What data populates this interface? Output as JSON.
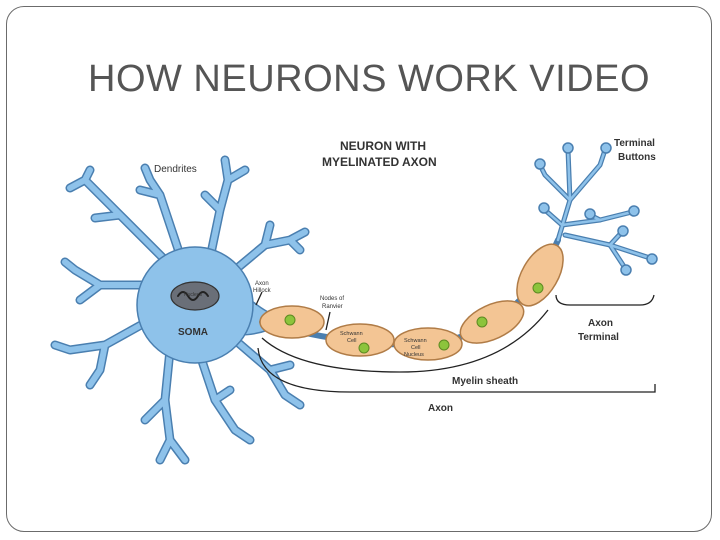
{
  "slide": {
    "title": "HOW NEURONS WORK VIDEO"
  },
  "diagram": {
    "heading_line1": "NEURON WITH",
    "heading_line2": "MYELINATED AXON",
    "labels": {
      "dendrites": "Dendrites",
      "nucleus": "Nucleus",
      "soma": "SOMA",
      "axon_hillock_1": "Axon",
      "axon_hillock_2": "Hillock",
      "nodes_1": "Nodes of",
      "nodes_2": "Ranvier",
      "schwann_cell_1": "Schwann",
      "schwann_cell_2": "Cell",
      "schwann_nucleus_1": "Schwann",
      "schwann_nucleus_2": "Cell",
      "schwann_nucleus_3": "Nucleus",
      "terminal_buttons_1": "Terminal",
      "terminal_buttons_2": "Buttons",
      "axon_terminal_1": "Axon",
      "axon_terminal_2": "Terminal",
      "myelin_sheath": "Myelin sheath",
      "axon": "Axon"
    },
    "colors": {
      "membrane": "#8ec2ea",
      "membrane_stroke": "#4a7fb0",
      "myelin": "#f3c594",
      "myelin_stroke": "#b07c47",
      "schwann_nucleus": "#8cc43c"
    }
  }
}
